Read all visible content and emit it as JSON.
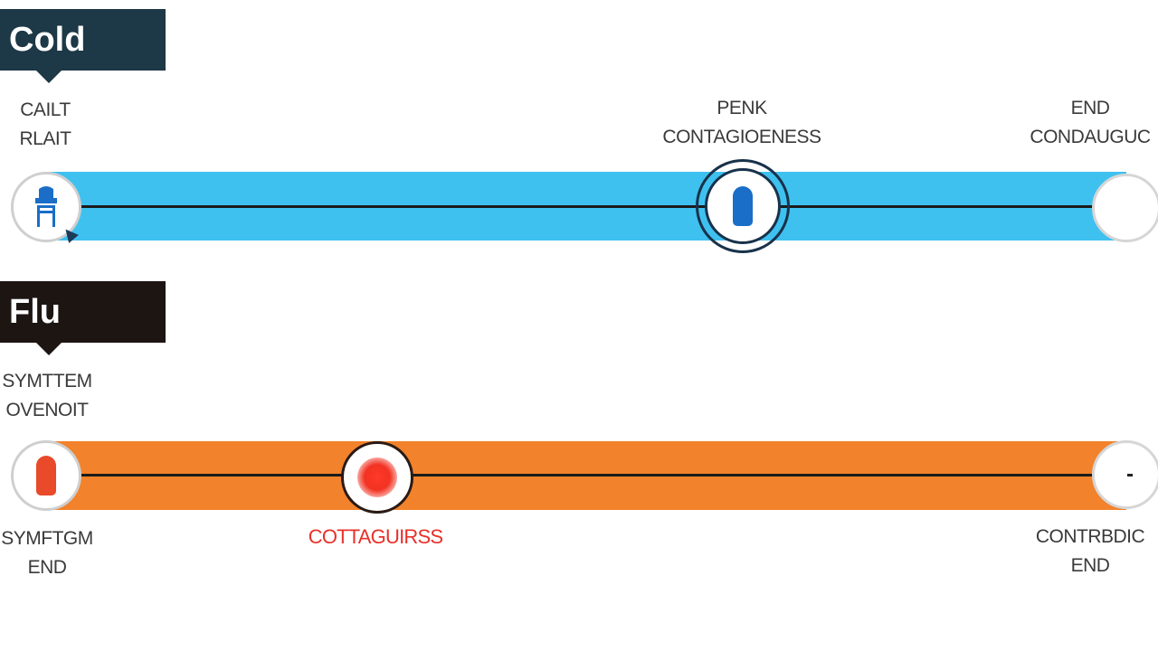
{
  "cold": {
    "title": "Cold",
    "start_label": "CAILT\nRLAIT",
    "peak_label": "PENK\nCONTAGIOENESS",
    "end_label": "END\nCONDAUGUC",
    "band_color": "#3fc1f0",
    "title_color": "#1d3846",
    "icons": {
      "start": "pill-bottle-icon",
      "peak": "capsule-icon"
    }
  },
  "flu": {
    "title": "Flu",
    "start_label_top": "SYMTTEM\nOVENOIT",
    "start_label_bottom": "SYMFTGM\nEND",
    "peak_label": "COTTAGUIRSS",
    "end_label": "CONTRBDIC\nEND",
    "band_color": "#f2822b",
    "title_color": "#1c1512",
    "peak_color": "#e8302a",
    "icons": {
      "start": "capsule-icon",
      "peak": "red-dot-icon"
    }
  }
}
